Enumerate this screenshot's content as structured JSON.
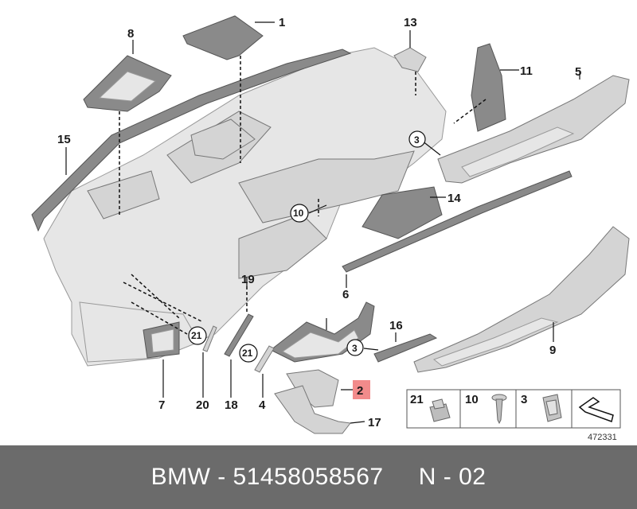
{
  "diagram": {
    "part_labels": {
      "p1": "1",
      "p2": "2",
      "p3": "3",
      "p4": "4",
      "p5": "5",
      "p6": "6",
      "p7": "7",
      "p8": "8",
      "p9": "9",
      "p11": "11",
      "p13": "13",
      "p14": "14",
      "p15": "15",
      "p16": "16",
      "p17": "17",
      "p18": "18",
      "p19": "19",
      "p20": "20"
    },
    "circled_labels": {
      "c3a": "3",
      "c3b": "3",
      "c10": "10",
      "c21a": "21",
      "c21b": "21"
    },
    "highlight_color": "#f28b8b",
    "legend": {
      "items": [
        {
          "label": "21",
          "icon": "clip-icon"
        },
        {
          "label": "10",
          "icon": "screw-icon"
        },
        {
          "label": "3",
          "icon": "spring-nut-icon"
        },
        {
          "label": "",
          "icon": "trim-strip-icon"
        }
      ]
    },
    "reference_number": "472331"
  },
  "footer": {
    "text": "BMW - 51458058567     N - 02"
  }
}
